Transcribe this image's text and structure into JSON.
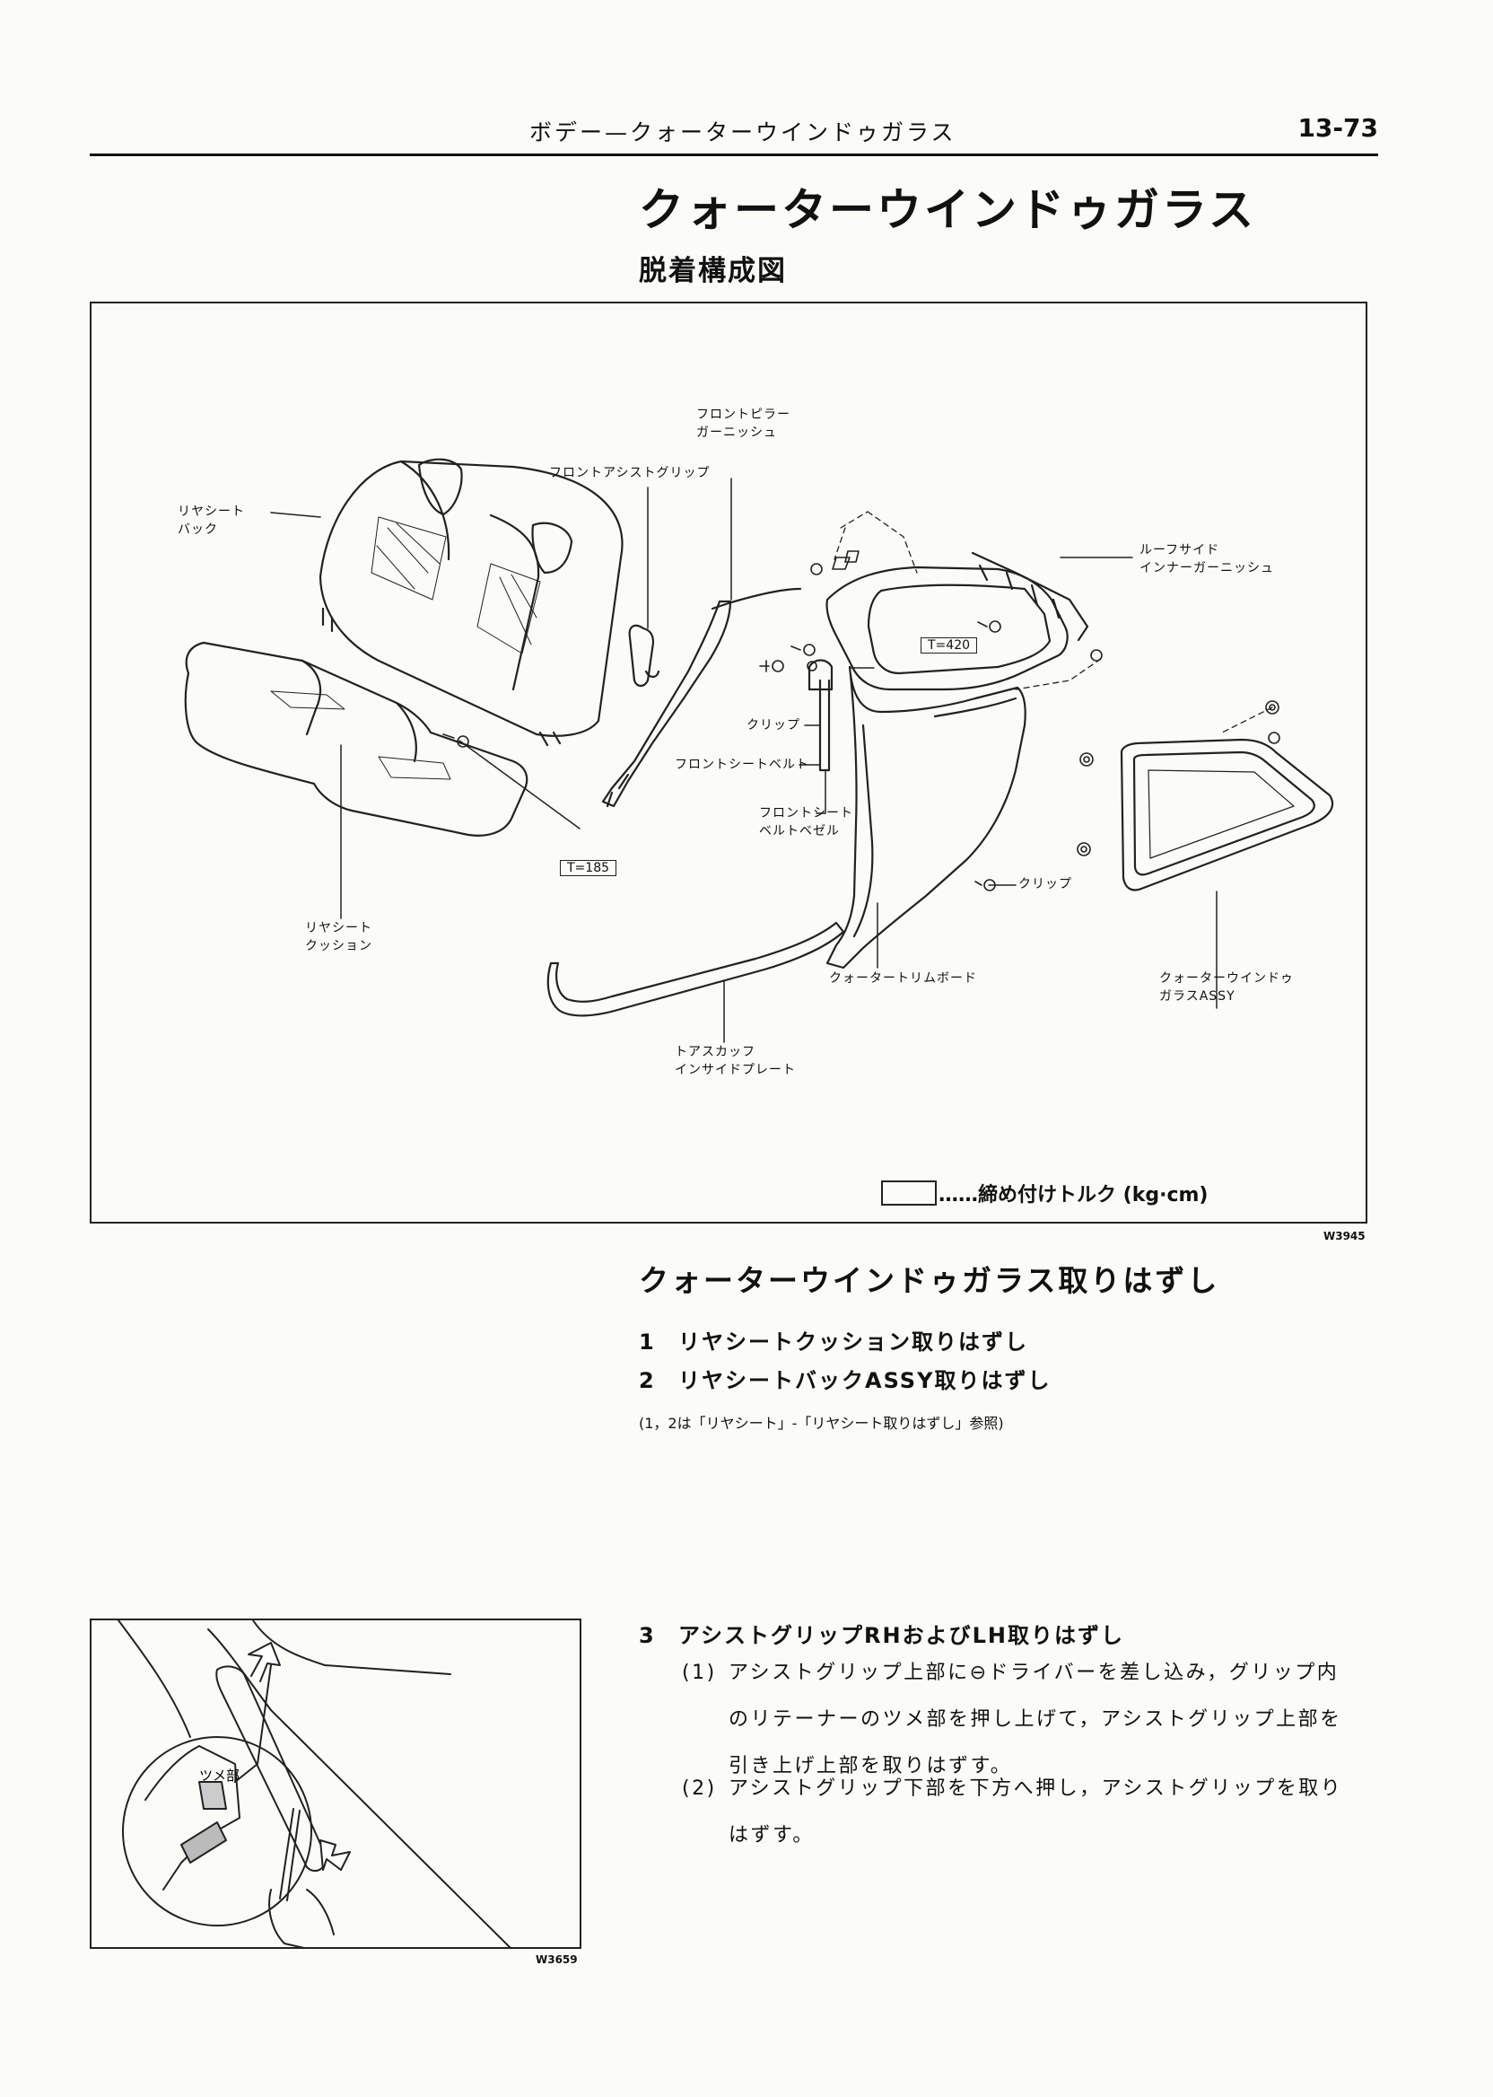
{
  "header": {
    "title": "ボデー—クォーターウインドゥガラス",
    "page_number": "13-73"
  },
  "section_title": "クォーターウインドゥガラス",
  "diagram": {
    "heading": "脱着構成図",
    "labels": {
      "front_pillar_garnish": [
        "フロントピラー",
        "ガーニッシュ"
      ],
      "front_assist_grip": [
        "フロントアシストグリップ"
      ],
      "rear_seat_back": [
        "リヤシート",
        "バック"
      ],
      "roof_side_inner_garnish": [
        "ルーフサイド",
        "インナーガーニッシュ"
      ],
      "clip_upper": [
        "クリップ"
      ],
      "front_seat_belt": [
        "フロントシートベルト"
      ],
      "front_seat_belt_bezel": [
        "フロントシート",
        "ベルトベゼル"
      ],
      "clip_lower": [
        "クリップ"
      ],
      "rear_seat_cushion": [
        "リヤシート",
        "クッション"
      ],
      "quarter_trim_board": [
        "クォータートリムボード"
      ],
      "quarter_window_glass_assy": [
        "クォーターウインドゥ",
        "ガラスASSY"
      ],
      "door_scuff_plate": [
        "トアスカッフ",
        "インサイドプレート"
      ]
    },
    "torque_values": {
      "seat_bolt": "T=185",
      "belt_bolt": "T=420"
    },
    "legend": "……締め付けトルク (kg·cm)",
    "figure_code": "W3945"
  },
  "removal": {
    "title": "クォーターウインドゥガラス取りはずし",
    "steps": [
      {
        "num": "1",
        "text": "リヤシートクッション取りはずし"
      },
      {
        "num": "2",
        "text": "リヤシートバックASSY取りはずし"
      }
    ],
    "note": "(1，2は「リヤシート」-「リヤシート取りはずし」参照)",
    "step3": {
      "num": "3",
      "text": "アシストグリップRHおよびLH取りはずし",
      "substeps": [
        {
          "num": "(1)",
          "lines": [
            "アシストグリップ上部に⊖ドライバーを差し込み，グリップ内",
            "のリテーナーのツメ部を押し上げて，アシストグリップ上部を",
            "引き上げ上部を取りはずす。"
          ]
        },
        {
          "num": "(2)",
          "lines": [
            "アシストグリップ下部を下方へ押し，アシストグリップを取り",
            "はずす。"
          ]
        }
      ]
    }
  },
  "illustration2": {
    "label": "ツメ部",
    "figure_code": "W3659"
  }
}
